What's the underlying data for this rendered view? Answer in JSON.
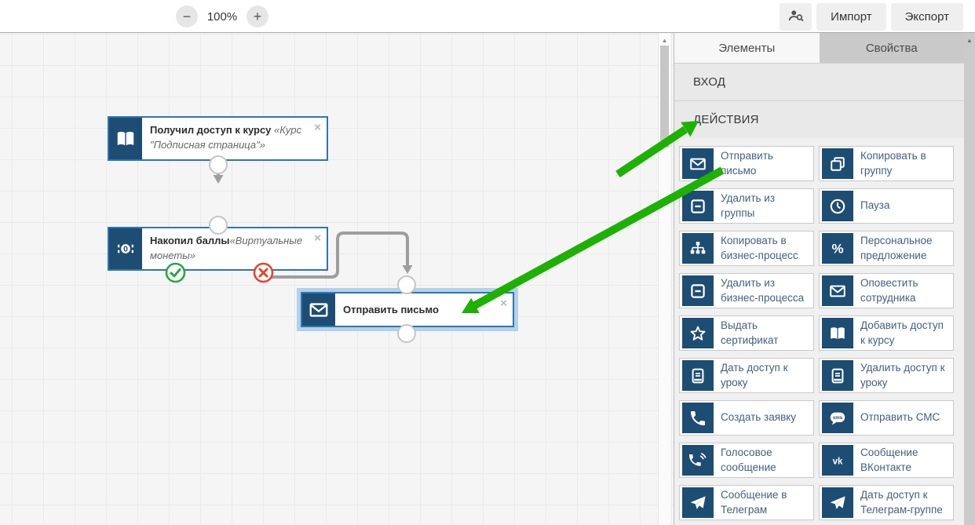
{
  "toolbar": {
    "zoom_out": "−",
    "zoom_level": "100%",
    "zoom_in": "+",
    "user_search_icon": "user-search-icon",
    "import_label": "Импорт",
    "export_label": "Экспорт"
  },
  "canvas": {
    "close_glyph": "×",
    "nodes": [
      {
        "icon": "open-book",
        "title": "Получил доступ к курсу ",
        "subtitle": "«Курс \"Подписная страница\"»"
      },
      {
        "icon": "banknote",
        "title": "Накопил баллы",
        "subtitle": "«Виртуальные монеты»"
      },
      {
        "icon": "envelope",
        "title": "Отправить письмо",
        "subtitle": ""
      }
    ],
    "status_icons": [
      "success-check-icon",
      "fail-cross-icon"
    ]
  },
  "sidebar": {
    "tabs": [
      {
        "label": "Элементы",
        "active": true
      },
      {
        "label": "Свойства",
        "active": false
      }
    ],
    "sections": [
      {
        "label": "ВХОД"
      },
      {
        "label": "ДЕЙСТВИЯ"
      }
    ],
    "actions": [
      {
        "icon": "envelope",
        "label": "Отправить письмо"
      },
      {
        "icon": "copy",
        "label": "Копировать в группу"
      },
      {
        "icon": "square-minus",
        "label": "Удалить из группы"
      },
      {
        "icon": "clock",
        "label": "Пауза"
      },
      {
        "icon": "org-chart",
        "label": "Копировать в бизнес-процесс"
      },
      {
        "icon": "percent",
        "label": "Персональное предложение"
      },
      {
        "icon": "square-minus",
        "label": "Удалить из бизнес-процесса"
      },
      {
        "icon": "envelope",
        "label": "Оповестить сотрудника"
      },
      {
        "icon": "star",
        "label": "Выдать сертификат"
      },
      {
        "icon": "open-book",
        "label": "Добавить доступ к курсу"
      },
      {
        "icon": "lesson-book",
        "label": "Дать доступ к уроку"
      },
      {
        "icon": "lesson-book",
        "label": "Удалить доступ к уроку"
      },
      {
        "icon": "phone",
        "label": "Создать заявку"
      },
      {
        "icon": "sms",
        "label": "Отправить СМС"
      },
      {
        "icon": "phone-waves",
        "label": "Голосовое сообщение"
      },
      {
        "icon": "vk",
        "label": "Сообщение ВКонтакте"
      },
      {
        "icon": "telegram",
        "label": "Сообщение в Телеграм"
      },
      {
        "icon": "telegram",
        "label": "Дать доступ к Телеграм-группе"
      }
    ]
  },
  "colors": {
    "icon_navy": "#1d4d73",
    "node_border": "#2e75b6",
    "selection_ring": "#b3d1e8",
    "connector_gray": "#9e9e9e",
    "success_green": "#28a745",
    "error_red": "#e2452d",
    "annotation_green": "#1db101"
  }
}
